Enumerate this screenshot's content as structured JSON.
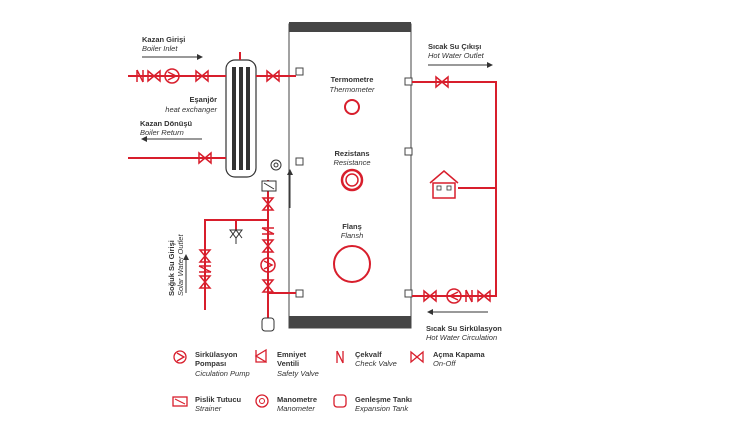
{
  "labels": {
    "boiler_inlet_tr": "Kazan Girişi",
    "boiler_inlet_en": "Boiler Inlet",
    "heat_exchanger_tr": "Eşanjör",
    "heat_exchanger_en": "heat exchanger",
    "boiler_return_tr": "Kazan Dönüşü",
    "boiler_return_en": "Boiler Return",
    "hot_outlet_tr": "Sıcak Su Çıkışı",
    "hot_outlet_en": "Hot Water Outlet",
    "thermometer_tr": "Termometre",
    "thermometer_en": "Thermometer",
    "resistance_tr": "Rezistans",
    "resistance_en": "Resistance",
    "flange_tr": "Flanş",
    "flange_en": "Flansh",
    "cold_inlet_tr": "Soğuk Su Girişi",
    "cold_inlet_en": "Solar Water Outlet",
    "hot_circ_tr": "Sıcak Su Sirkülasyon",
    "hot_circ_en": "Hot Water Circulation"
  },
  "legend": [
    {
      "title1": "Sirkülasyon",
      "title2": "Pompası",
      "en": "Ciculation Pump",
      "icon": "pump-icon"
    },
    {
      "title1": "Emniyet",
      "title2": "Ventili",
      "en": "Safety Valve",
      "icon": "safety-valve-icon"
    },
    {
      "title1": "Çekvalf",
      "title2": "",
      "en": "Check Valve",
      "icon": "check-valve-icon"
    },
    {
      "title1": "Açma Kapama",
      "title2": "",
      "en": "On-Off",
      "icon": "on-off-valve-icon"
    },
    {
      "title1": "Pislik Tutucu",
      "title2": "",
      "en": "Strainer",
      "icon": "strainer-icon"
    },
    {
      "title1": "Manometre",
      "title2": "",
      "en": "Manometer",
      "icon": "manometer-icon"
    },
    {
      "title1": "Genleşme Tankı",
      "title2": "",
      "en": "Expansion Tank",
      "icon": "expansion-tank-icon"
    }
  ],
  "colors": {
    "pipe": "#d81e2c",
    "line": "#333333",
    "tank_band": "#454545"
  }
}
